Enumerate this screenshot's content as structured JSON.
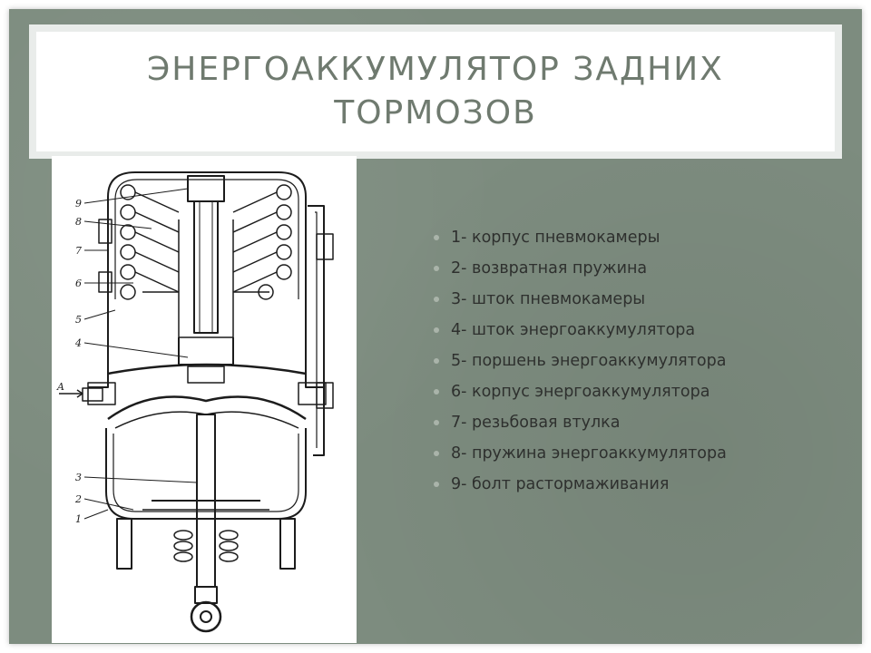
{
  "slide": {
    "title_lines": [
      "ЭНЕРГОАККУМУЛЯТОР ЗАДНИХ",
      "ТОРМОЗОВ"
    ],
    "background_color": "#7d8c7f",
    "title_color": "#6f7a6f"
  },
  "figure": {
    "labels": [
      "9",
      "8",
      "7",
      "6",
      "5",
      "4",
      "A",
      "3",
      "2",
      "1"
    ]
  },
  "legend": {
    "items": [
      "1- корпус пневмокамеры",
      "2- возвратная пружина",
      "3- шток пневмокамеры",
      "4- шток энергоаккумулятора",
      "5- поршень энергоаккумулятора",
      "6- корпус энергоаккумулятора",
      "7- резьбовая втулка",
      "8- пружина энергоаккумулятора",
      "9- болт растормаживания"
    ]
  }
}
